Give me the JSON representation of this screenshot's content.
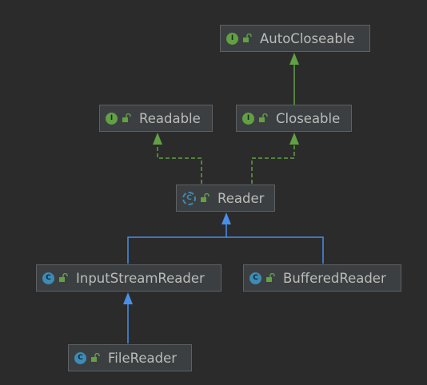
{
  "colors": {
    "background": "#2b2b2b",
    "node_fill": "#3c3f41",
    "node_border": "#5e6163",
    "text": "#bbbbbb",
    "interface_icon": "#62a044",
    "class_icon": "#3e8bb5",
    "implements_edge": "#62a044",
    "extends_edge": "#4a8fe7"
  },
  "nodes": {
    "autocloseable": {
      "label": "AutoCloseable",
      "kind_letter": "I",
      "kind_icon": "interface-icon"
    },
    "readable": {
      "label": "Readable",
      "kind_letter": "I",
      "kind_icon": "interface-icon"
    },
    "closeable": {
      "label": "Closeable",
      "kind_letter": "I",
      "kind_icon": "interface-icon"
    },
    "reader": {
      "label": "Reader",
      "kind_letter": "C",
      "kind_icon": "abstract-class-icon"
    },
    "inputstreamreader": {
      "label": "InputStreamReader",
      "kind_letter": "C",
      "kind_icon": "class-icon"
    },
    "bufferedreader": {
      "label": "BufferedReader",
      "kind_letter": "C",
      "kind_icon": "class-icon"
    },
    "filereader": {
      "label": "FileReader",
      "kind_letter": "C",
      "kind_icon": "class-icon"
    }
  }
}
